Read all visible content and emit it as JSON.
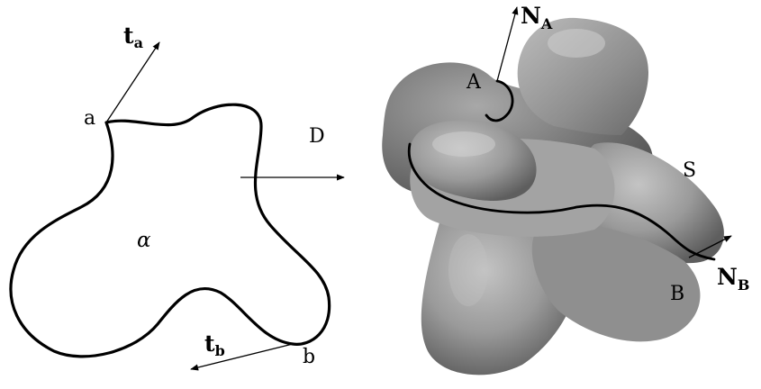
{
  "figure": {
    "left_panel": {
      "point_a": "a",
      "point_b": "b",
      "region": "α",
      "tangent_a": {
        "base": "t",
        "sub": "a"
      },
      "tangent_b": {
        "base": "t",
        "sub": "b"
      },
      "direction": "D"
    },
    "right_panel": {
      "point_A": "A",
      "point_B": "B",
      "surface": "S",
      "normal_A": {
        "base": "N",
        "sub": "A"
      },
      "normal_B": {
        "base": "N",
        "sub": "B"
      }
    },
    "colors": {
      "ink": "#000000",
      "surface_light": "#b8b8b8",
      "surface_mid": "#8e8e8e",
      "surface_dark": "#5c5c5c"
    }
  }
}
